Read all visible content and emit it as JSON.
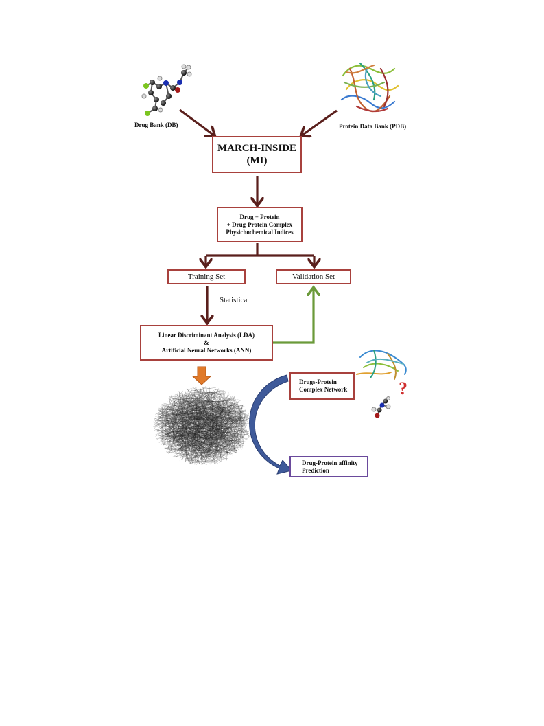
{
  "sources": {
    "drug_bank": "Drug Bank (DB)",
    "pdb": "Protein Data Bank (PDB)"
  },
  "march_inside": {
    "line1": "MARCH-INSIDE",
    "line2": "(MI)"
  },
  "indices": {
    "line1": "Drug + Protein",
    "line2": "+ Drug-Protein Complex",
    "line3": "Physichochemical Indices"
  },
  "training_set": "Training Set",
  "validation_set": "Validation Set",
  "statistica": "Statistica",
  "models": {
    "line1": "Linear Discriminant Analysis (LDA)",
    "line2": "&",
    "line3": "Artificial Neural Networks (ANN)"
  },
  "network_box": {
    "line1": "Drugs-Protein",
    "line2": "Complex Network"
  },
  "prediction_box": {
    "line1": "Drug-Protein affinity",
    "line2": "Prediction"
  },
  "question_mark": "?",
  "colors": {
    "box_border": "#a8413d",
    "arrow_dark": "#5a1f1c",
    "arrow_green": "#6b9a3a",
    "arrow_orange": "#e07a2a",
    "curved_arrow": "#3f5a9a",
    "prediction_border": "#6a4a9c",
    "question": "#d03030"
  }
}
